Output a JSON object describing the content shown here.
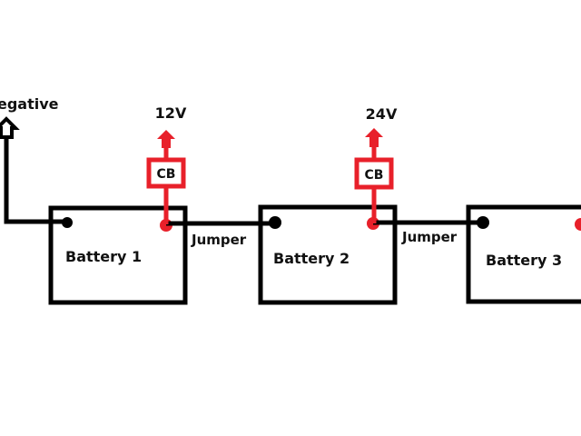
{
  "diagram": {
    "title": "",
    "colors": {
      "wire": "#000000",
      "positive": "#e8202a",
      "background": "#ffffff"
    },
    "negative_label": "egative",
    "batteries": [
      {
        "name": "Battery 1"
      },
      {
        "name": "Battery 2"
      },
      {
        "name": "Battery 3"
      }
    ],
    "jumpers": [
      {
        "label": "Jumper"
      },
      {
        "label": "Jumper"
      }
    ],
    "breakers": [
      {
        "label": "CB",
        "output_voltage": "12V"
      },
      {
        "label": "CB",
        "output_voltage": "24V"
      }
    ]
  }
}
